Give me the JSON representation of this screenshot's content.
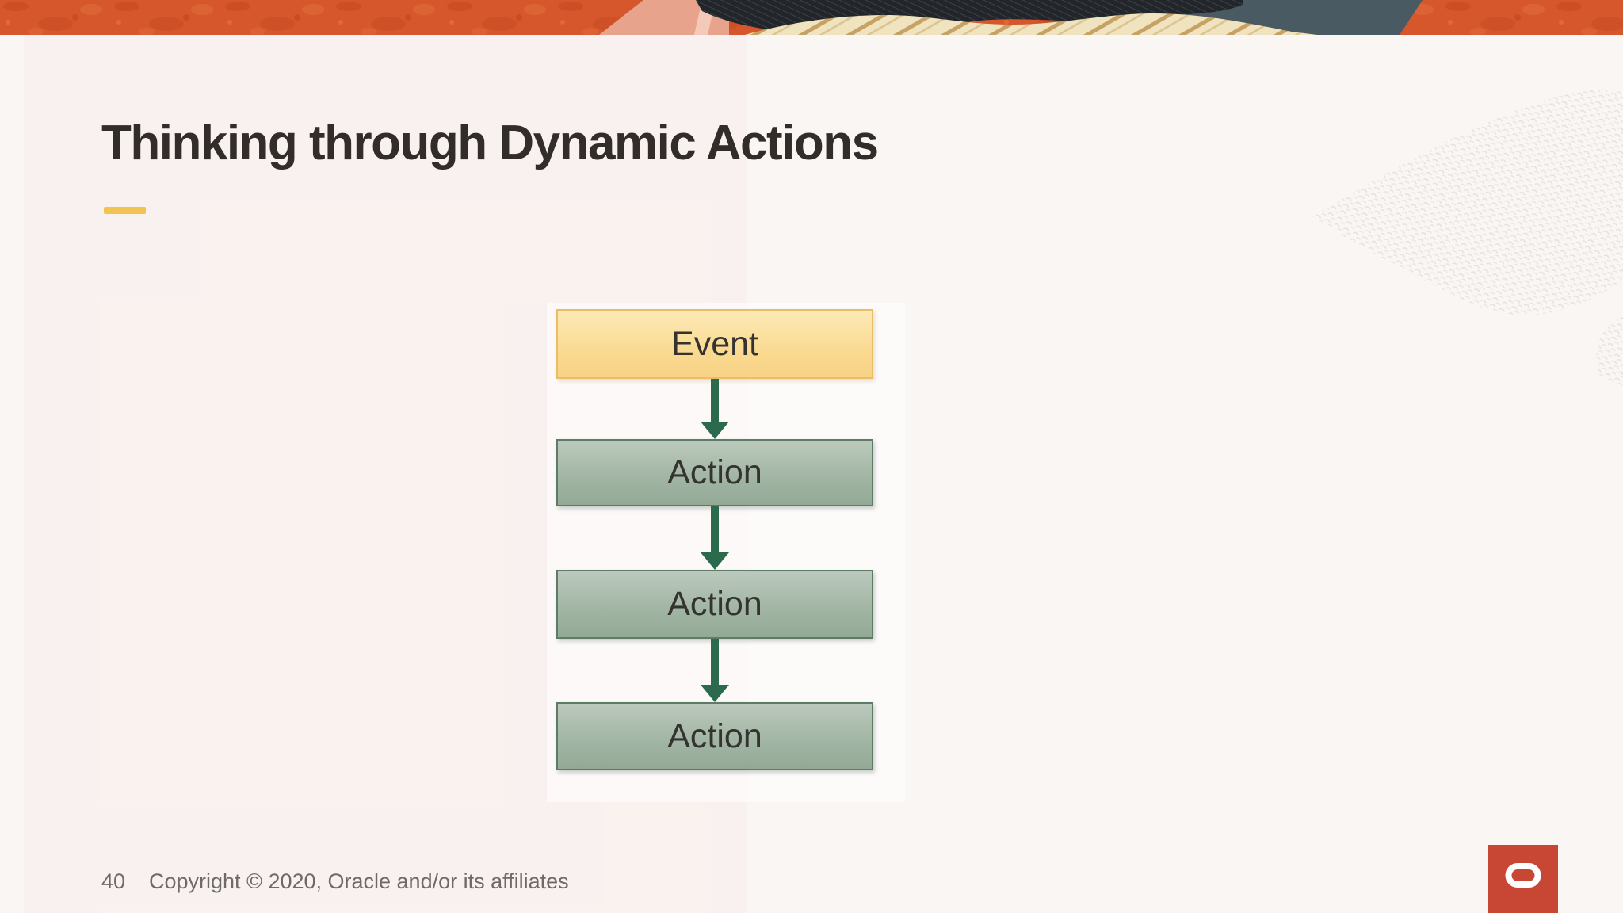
{
  "slide": {
    "title": "Thinking through Dynamic Actions",
    "page_number": "40",
    "copyright": "Copyright © 2020, Oracle and/or its affiliates",
    "diagram": {
      "type": "flowchart",
      "direction": "top-down",
      "nodes": [
        {
          "label": "Event",
          "type": "event"
        },
        {
          "label": "Action",
          "type": "action"
        },
        {
          "label": "Action",
          "type": "action"
        },
        {
          "label": "Action",
          "type": "action"
        }
      ],
      "connectors": [
        "arrow-down",
        "arrow-down",
        "arrow-down"
      ]
    }
  },
  "colors": {
    "background": "#FAF6F3",
    "accent_gold": "#F2C351",
    "title_text": "#322D29",
    "event_fill_top": "#FCE9B6",
    "event_fill_bottom": "#F7D287",
    "event_border": "#EABE67",
    "action_fill_top": "#BBC9BC",
    "action_fill_bottom": "#93A996",
    "action_border": "#5E7B66",
    "arrow_green": "#2B6A4D",
    "node_text": "#33332F",
    "footer_text": "#6E6A67",
    "logo_red": "#C74634",
    "banner_orange": "#D7572C",
    "banner_navy": "#22262A",
    "banner_slate": "#4A5A63",
    "banner_salmon": "#E8A38D",
    "banner_cream": "#F0E3BF"
  }
}
